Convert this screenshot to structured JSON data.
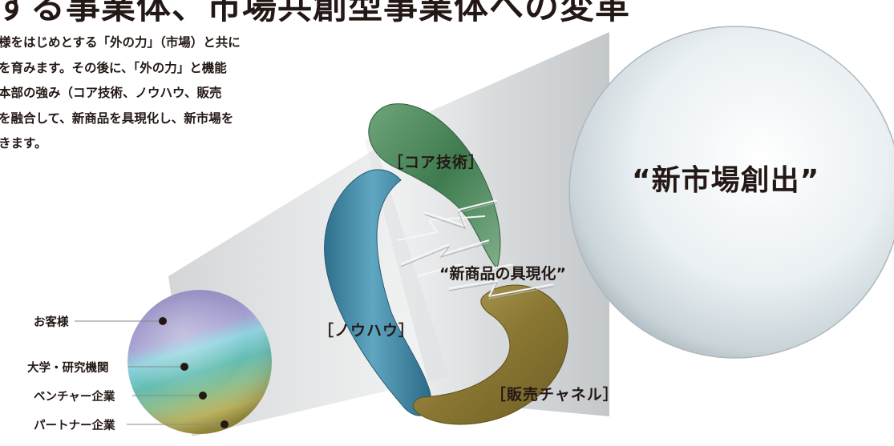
{
  "headline": "する事業体、市場共創型事業体への変革",
  "intro": [
    "様をはじめとする「外の力」（市場）と共に",
    "を育みます。その後に、「外の力」と機能",
    "本部の強み（コア技術、ノウハウ、販売",
    "を融合して、新商品を具現化し、新市場を",
    "きます。"
  ],
  "sources": [
    {
      "label": "お客様"
    },
    {
      "label": "大学・研究機関"
    },
    {
      "label": "ベンチャー企業"
    },
    {
      "label": "パートナー企業"
    }
  ],
  "components": {
    "core_tech": "［コア技術］",
    "knowhow": "［ノウハウ］",
    "sales_channel": "［販売チャネル］"
  },
  "outcomes": {
    "new_product": "“新商品の具現化”",
    "new_market": "“新市場創出”"
  },
  "colors": {
    "text": "#231815",
    "leader_line": "#8a8a8a",
    "source_sphere_top": "#8b85bd",
    "source_sphere_band_2": "#7ec8d6",
    "source_sphere_band_3": "#63b7a7",
    "source_sphere_bottom": "#bdb35c",
    "core_tech_shape": "#4e8a5c",
    "knowhow_shape": "#3f86a0",
    "sales_channel_shape": "#8e7d3a",
    "market_sphere": "#dde7ec",
    "beam": "#cfd2d4"
  }
}
